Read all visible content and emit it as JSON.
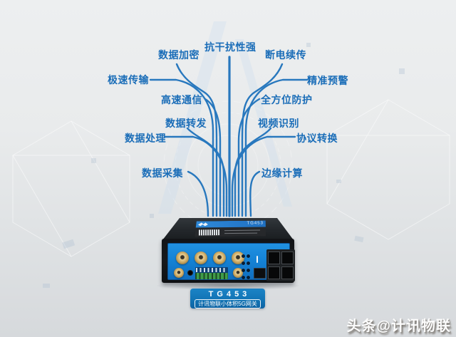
{
  "features": [
    "抗干扰性强",
    "数据加密",
    "断电续传",
    "极速传输",
    "精准预警",
    "高速通信",
    "全方位防护",
    "数据转发",
    "视频识别",
    "数据处理",
    "协议转换",
    "数据采集",
    "边缘计算"
  ],
  "device": {
    "model": "TG453",
    "subtitle": "计讯物联小体积5G网关",
    "sticker_model": "TG453"
  },
  "watermark": "头条@计讯物联",
  "colors": {
    "callout_line": "#2878be",
    "feature_text": "#1a6db8",
    "panel_blue": "#1583d6",
    "plate_blue": "#1478bd",
    "background": "#e4e7e9"
  }
}
